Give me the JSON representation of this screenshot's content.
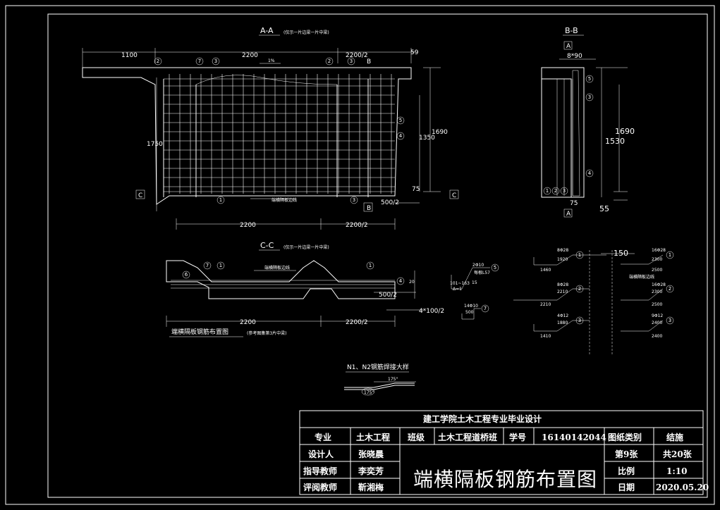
{
  "sections": {
    "aa": {
      "title": "A-A",
      "note": "(仅示一片边梁一片中梁)",
      "dims_top": [
        "1100",
        "2200",
        "2200/2",
        "59"
      ],
      "slope": "1%",
      "dims_bottom": [
        "2200",
        "2200/2"
      ],
      "heights": [
        "1750",
        "1690",
        "1350",
        "75",
        "500/2"
      ],
      "section_marks": [
        "B",
        "B",
        "C",
        "C"
      ],
      "callout": "端横隔板边线",
      "marks": [
        "2",
        "7",
        "3",
        "2",
        "3",
        "5",
        "4",
        "1",
        "3"
      ]
    },
    "bb": {
      "title": "B-B",
      "dims": [
        "8*90",
        "1690",
        "1530",
        "75",
        "55"
      ],
      "section_marks": [
        "A",
        "A"
      ],
      "marks": [
        "3",
        "5",
        "4",
        "1",
        "2",
        "3"
      ]
    },
    "cc": {
      "title": "C-C",
      "note": "(仅示一片边梁一片中梁)",
      "callout": "端横隔板边线",
      "dims": [
        "2200",
        "2200/2",
        "500/2",
        "4*100/2",
        "20"
      ],
      "marks": [
        "6",
        "7",
        "1",
        "1",
        "4"
      ]
    }
  },
  "rebar_details": [
    {
      "mark": "5",
      "spec": "2Φ10",
      "length": "每根L57",
      "dims": [
        "101~163",
        "Δ=1"
      ],
      "side": "15"
    },
    {
      "mark": "7",
      "spec": "14Φ10",
      "length": "500"
    }
  ],
  "rebar_list": {
    "spacing": "150",
    "callout": "端横隔板边线",
    "rows": [
      {
        "left_mark": "1",
        "left_spec": "8Φ28",
        "left_len": "1920",
        "left_base": "1460",
        "right_mark": "1",
        "right_spec": "16Φ28",
        "right_len": "2300",
        "right_base": "2500"
      },
      {
        "left_mark": "2",
        "left_spec": "8Φ28",
        "left_len": "2210",
        "left_base": "2210",
        "right_mark": "2",
        "right_spec": "16Φ28",
        "right_len": "2300",
        "right_base": "2500"
      },
      {
        "left_mark": "3",
        "left_spec": "4Φ12",
        "left_len": "1880",
        "left_base": "1410",
        "right_mark": "3",
        "right_spec": "9Φ12",
        "right_len": "2400",
        "right_base": "2400"
      }
    ]
  },
  "layout_caption": "端横隔板钢筋布置图",
  "layout_caption_note": "(参考图集第3片中梁)",
  "weld_detail": {
    "title": "N1、N2钢筋焊接大样",
    "dims": [
      "175°",
      "175°"
    ]
  },
  "title_block": {
    "header": "建工学院土木工程专业毕业设计",
    "major_label": "专业",
    "major": "土木工程",
    "class_label": "班级",
    "class": "土木工程道桥班",
    "id_label": "学号",
    "id": "16140142044",
    "drawing_type_label": "图纸类别",
    "drawing_type": "结施",
    "designer_label": "设计人",
    "designer": "张晓晨",
    "advisor_label": "指导教师",
    "advisor": "李奕芳",
    "reviewer_label": "评阅教师",
    "reviewer": "靳湘梅",
    "drawing_title": "端横隔板钢筋布置图",
    "sheet": "第9张",
    "total": "共20张",
    "scale_label": "比例",
    "scale": "1:10",
    "date_label": "日期",
    "date": "2020.05.20"
  },
  "colors": {
    "background": "#000000",
    "lines": "#ffffff"
  }
}
